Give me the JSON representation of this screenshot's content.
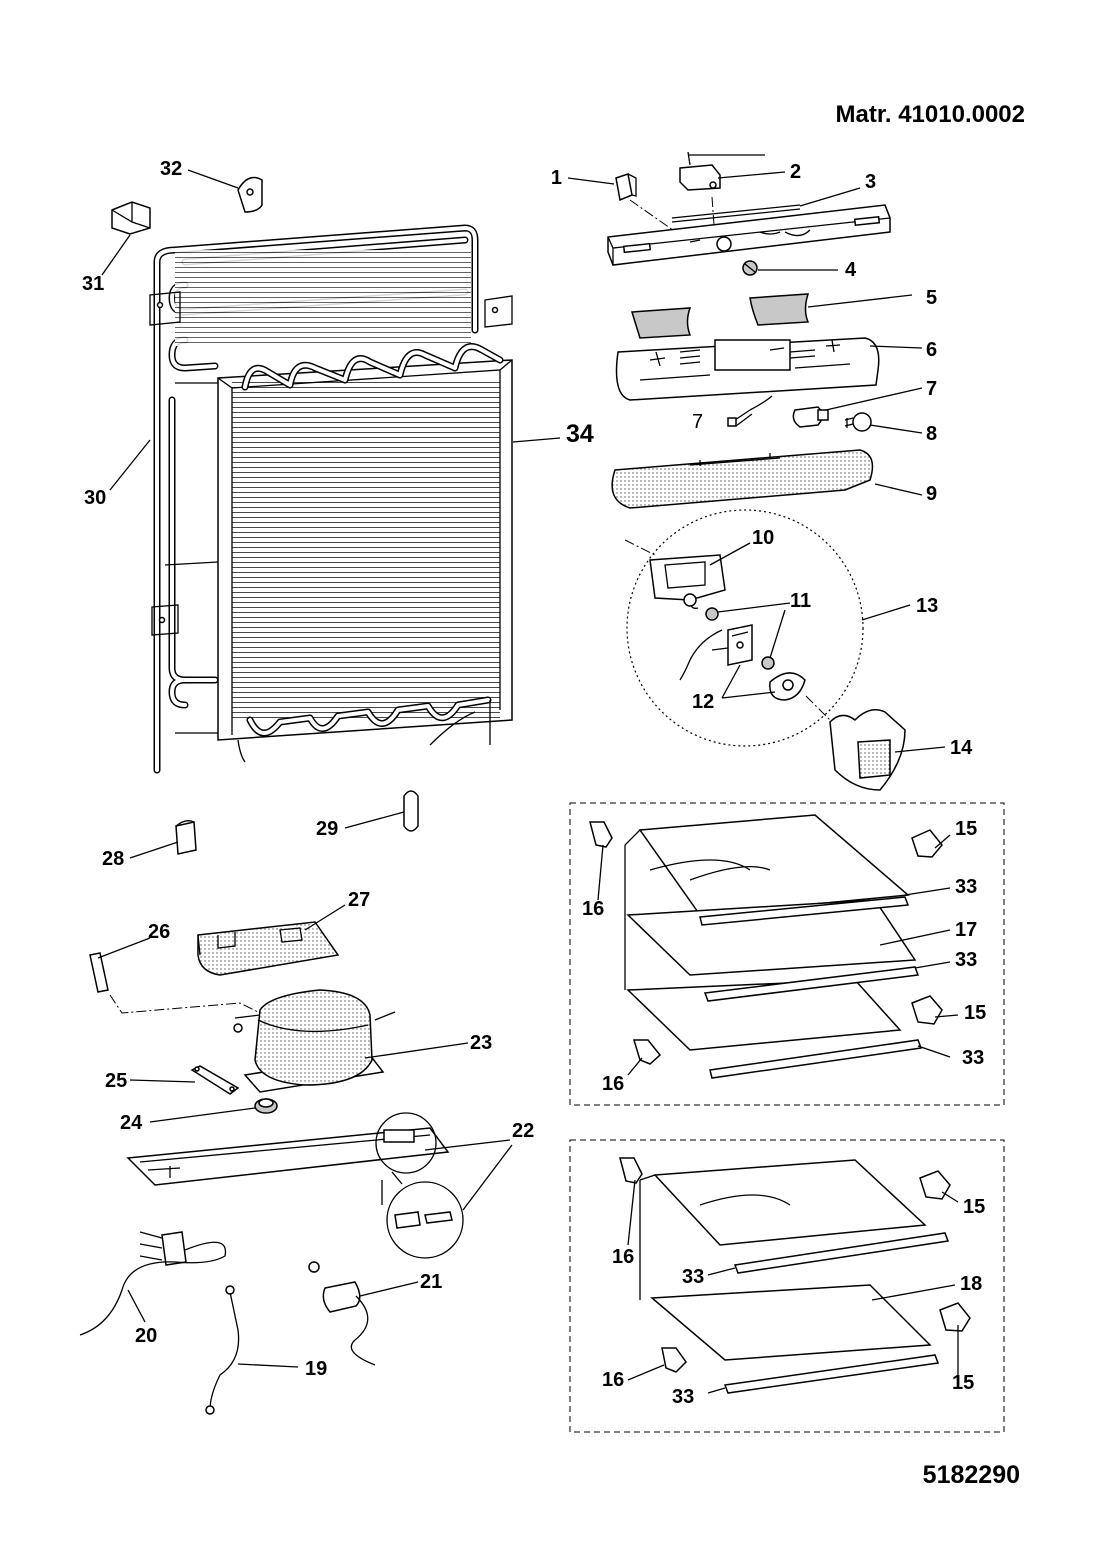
{
  "header": {
    "material_code": "Matr. 41010.0002"
  },
  "footer": {
    "drawing_number": "5182290"
  },
  "callouts": [
    {
      "id": "c1",
      "label": "1"
    },
    {
      "id": "c2",
      "label": "2"
    },
    {
      "id": "c3",
      "label": "3"
    },
    {
      "id": "c4",
      "label": "4"
    },
    {
      "id": "c5",
      "label": "5"
    },
    {
      "id": "c6",
      "label": "6"
    },
    {
      "id": "c7",
      "label": "7"
    },
    {
      "id": "c7b",
      "label": "7"
    },
    {
      "id": "c8",
      "label": "8"
    },
    {
      "id": "c9",
      "label": "9"
    },
    {
      "id": "c10",
      "label": "10"
    },
    {
      "id": "c11",
      "label": "11"
    },
    {
      "id": "c12",
      "label": "12"
    },
    {
      "id": "c13",
      "label": "13"
    },
    {
      "id": "c14",
      "label": "14"
    },
    {
      "id": "c15a",
      "label": "15"
    },
    {
      "id": "c15b",
      "label": "15"
    },
    {
      "id": "c15c",
      "label": "15"
    },
    {
      "id": "c15d",
      "label": "15"
    },
    {
      "id": "c16a",
      "label": "16"
    },
    {
      "id": "c16b",
      "label": "16"
    },
    {
      "id": "c16c",
      "label": "16"
    },
    {
      "id": "c16d",
      "label": "16"
    },
    {
      "id": "c17",
      "label": "17"
    },
    {
      "id": "c18",
      "label": "18"
    },
    {
      "id": "c19",
      "label": "19"
    },
    {
      "id": "c20",
      "label": "20"
    },
    {
      "id": "c21",
      "label": "21"
    },
    {
      "id": "c22",
      "label": "22"
    },
    {
      "id": "c23",
      "label": "23"
    },
    {
      "id": "c24",
      "label": "24"
    },
    {
      "id": "c25",
      "label": "25"
    },
    {
      "id": "c26",
      "label": "26"
    },
    {
      "id": "c27",
      "label": "27"
    },
    {
      "id": "c28",
      "label": "28"
    },
    {
      "id": "c29",
      "label": "29"
    },
    {
      "id": "c30",
      "label": "30"
    },
    {
      "id": "c31",
      "label": "31"
    },
    {
      "id": "c32",
      "label": "32"
    },
    {
      "id": "c33a",
      "label": "33"
    },
    {
      "id": "c33b",
      "label": "33"
    },
    {
      "id": "c33c",
      "label": "33"
    },
    {
      "id": "c33d",
      "label": "33"
    },
    {
      "id": "c33e",
      "label": "33"
    },
    {
      "id": "c34",
      "label": "34"
    }
  ]
}
